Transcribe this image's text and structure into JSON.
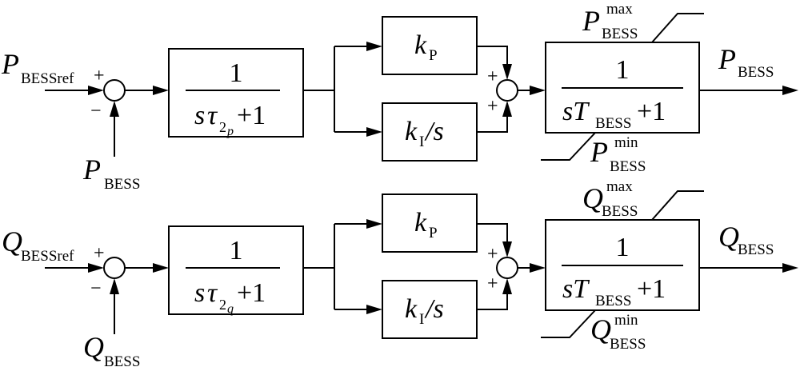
{
  "rows": [
    {
      "id": "p",
      "input": {
        "base": "P",
        "sub": "BESSref"
      },
      "feedback": {
        "base": "P",
        "sub": "BESS"
      },
      "sum1_signs": {
        "top": "+",
        "bottom": "−"
      },
      "filter": {
        "num": "1",
        "s": "s",
        "tau": "τ",
        "tau_sub": "2",
        "tau_subsub": "p",
        "plus_one": "+1"
      },
      "gain_p": {
        "k": "k",
        "sub": "P"
      },
      "gain_i": {
        "k": "k",
        "sub": "I",
        "div": "/s"
      },
      "sum2_signs": {
        "top": "+",
        "bottom": "+"
      },
      "plant": {
        "num": "1",
        "sT": "sT",
        "sub": "BESS",
        "plus_one": "+1"
      },
      "limit_max": {
        "base": "P",
        "sup": "max",
        "sub": "BESS"
      },
      "limit_min": {
        "base": "P",
        "sup": "min",
        "sub": "BESS"
      },
      "output": {
        "base": "P",
        "sub": "BESS"
      }
    },
    {
      "id": "q",
      "input": {
        "base": "Q",
        "sub": "BESSref"
      },
      "feedback": {
        "base": "Q",
        "sub": "BESS"
      },
      "sum1_signs": {
        "top": "+",
        "bottom": "−"
      },
      "filter": {
        "num": "1",
        "s": "s",
        "tau": "τ",
        "tau_sub": "2",
        "tau_subsub": "q",
        "plus_one": "+1"
      },
      "gain_p": {
        "k": "k",
        "sub": "P"
      },
      "gain_i": {
        "k": "k",
        "sub": "I",
        "div": "/s"
      },
      "sum2_signs": {
        "top": "+",
        "bottom": "+"
      },
      "plant": {
        "num": "1",
        "sT": "sT",
        "sub": "BESS",
        "plus_one": "+1"
      },
      "limit_max": {
        "base": "Q",
        "sup": "max",
        "sub": "BESS"
      },
      "limit_min": {
        "base": "Q",
        "sup": "min",
        "sub": "BESS"
      },
      "output": {
        "base": "Q",
        "sub": "BESS"
      }
    }
  ]
}
